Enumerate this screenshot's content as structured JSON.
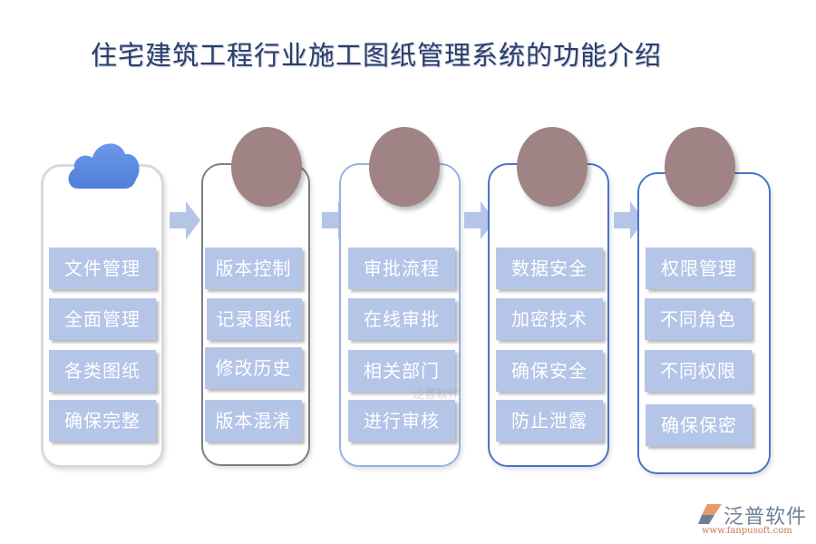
{
  "title": "住宅建筑工程行业施工图纸管理系统的功能介绍",
  "colors": {
    "item_bg": "#b4c5e8",
    "item_text": "#ffffff",
    "circle": "#a08485",
    "cloud": "#5b8ae0",
    "arrow": "#b4c5e8",
    "title": "#2b3d6b"
  },
  "columns": [
    {
      "icon": "cloud-icon",
      "items": [
        "文件管理",
        "全面管理",
        "各类图纸",
        "确保完整"
      ]
    },
    {
      "icon": "circle",
      "items": [
        "版本控制",
        "记录图纸",
        "修改历史",
        "版本混淆"
      ]
    },
    {
      "icon": "circle",
      "items": [
        "审批流程",
        "在线审批",
        "相关部门",
        "进行审核"
      ]
    },
    {
      "icon": "circle",
      "items": [
        "数据安全",
        "加密技术",
        "确保安全",
        "防止泄露"
      ]
    },
    {
      "icon": "circle",
      "items": [
        "权限管理",
        "不同角色",
        "不同权限",
        "确保保密"
      ]
    }
  ],
  "watermark": {
    "text": "泛普软件"
  },
  "logo": {
    "name": "泛普软件",
    "url": "www.fanpusoft.com"
  }
}
